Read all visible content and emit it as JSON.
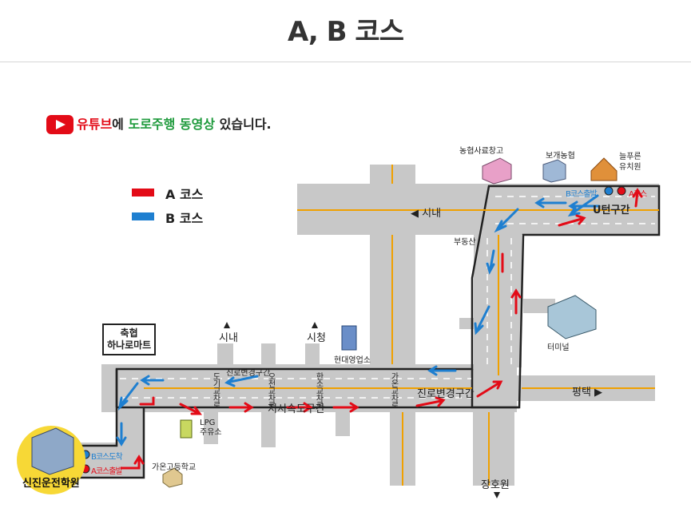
{
  "title": "A, B 코스",
  "notice": {
    "part1": "유튜브",
    "part2": "에 ",
    "part3": "도로주행 동영상",
    "part4": " 있습니다."
  },
  "legend": [
    {
      "label": "A  코스",
      "color": "#e30b17"
    },
    {
      "label": "B  코스",
      "color": "#1e7fd0"
    }
  ],
  "colors": {
    "road": "#c8c8c8",
    "road_outline": "#222222",
    "center_line": "#f0a000",
    "lane_dash": "#ffffff",
    "course_a": "#e30b17",
    "course_b": "#1e7fd0"
  },
  "places": {
    "nh_warehouse": "농협사료창고",
    "bogae_nh": "보개농협",
    "kindergarten": "늘푸른\n유치원",
    "b_start": "B코스출발",
    "a_course": "A코스",
    "uturn": "U턴구간",
    "city_top": "◀ 시내",
    "budongsan": "부동산",
    "terminal": "터미널",
    "pyeongtaek": "평택 ▶",
    "city_mid": "시내",
    "city_hall": "시청",
    "hyundai": "현대영업소",
    "hanaro": "축협\n하나로마트",
    "lane_change_mid": "진로변경구간",
    "lane_change_right": "진로변경구간",
    "speed_section": "지시속도구간",
    "lpg": "LPG\n주유소",
    "gaon_school": "가온고등학교",
    "janghowon": "장호원",
    "academy": "신진운전학원",
    "b_arrive": "B코스도착",
    "a_start": "A코스출발",
    "intersections": [
      "도기교차로",
      "오천교차로",
      "한소교차로",
      "가온교차로"
    ]
  }
}
